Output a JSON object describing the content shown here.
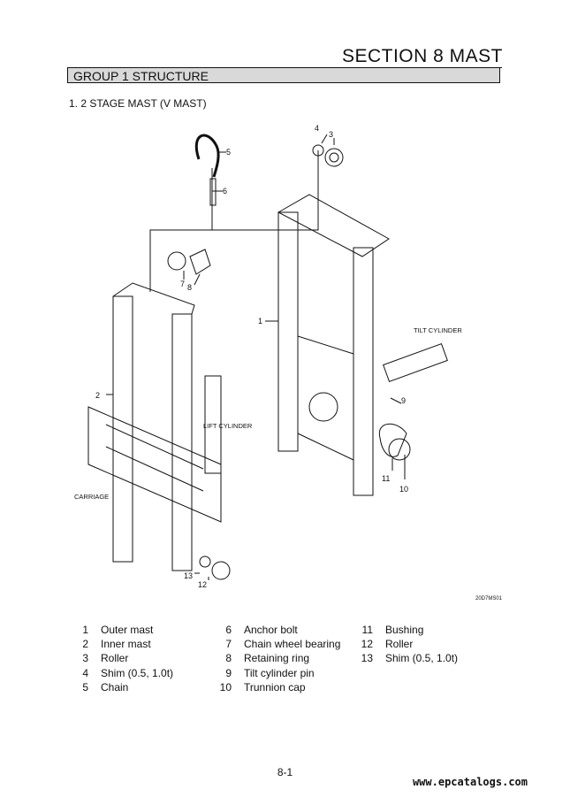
{
  "header": {
    "section_title": "SECTION 8  MAST"
  },
  "group": {
    "title": "GROUP  1  STRUCTURE"
  },
  "subheading": "1. 2 STAGE MAST (V MAST)",
  "diagram": {
    "callouts": [
      "1",
      "2",
      "3",
      "4",
      "5",
      "6",
      "7",
      "8",
      "9",
      "10",
      "11",
      "12",
      "13"
    ],
    "labels": {
      "tilt_cylinder": "TILT CYLINDER",
      "lift_cylinder": "LIFT CYLINDER",
      "carriage": "CARRIAGE"
    },
    "drawing_code": "20D7MS01"
  },
  "legend": {
    "col1": [
      {
        "num": "1",
        "name": "Outer mast"
      },
      {
        "num": "2",
        "name": "Inner mast"
      },
      {
        "num": "3",
        "name": "Roller"
      },
      {
        "num": "4",
        "name": "Shim (0.5, 1.0t)"
      },
      {
        "num": "5",
        "name": "Chain"
      }
    ],
    "col2": [
      {
        "num": "6",
        "name": "Anchor bolt"
      },
      {
        "num": "7",
        "name": "Chain wheel bearing"
      },
      {
        "num": "8",
        "name": "Retaining ring"
      },
      {
        "num": "9",
        "name": "Tilt cylinder pin"
      },
      {
        "num": "10",
        "name": "Trunnion cap"
      }
    ],
    "col3": [
      {
        "num": "11",
        "name": "Bushing"
      },
      {
        "num": "12",
        "name": "Roller"
      },
      {
        "num": "13",
        "name": "Shim (0.5, 1.0t)"
      }
    ]
  },
  "footer": {
    "page_number": "8-1",
    "watermark": "www.epcatalogs.com"
  }
}
